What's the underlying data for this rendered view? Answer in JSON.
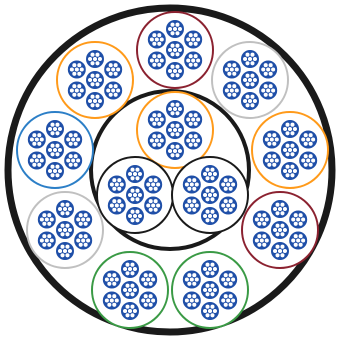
{
  "diagram": {
    "kind": "fiber-optic-cable-cross-section",
    "colors": {
      "outer_jacket": "#1a1a1a",
      "inner_ring": "#1a1a1a",
      "subunit_blue": "#1f4fa8",
      "fiber_core": "#ffffff",
      "binder_colors": [
        "#8b2230",
        "#ff9a1a",
        "#c0c0c0",
        "#2c7fc7",
        "#ff9a1a",
        "#c0c0c0",
        "#8b2230",
        "#3a9a45",
        "#3a9a45",
        "#ff9a1a",
        "#1a1a1a",
        "#1a1a1a"
      ]
    },
    "bundle_count": 12,
    "subunits_per_bundle": 7,
    "fibers_per_subunit": 7
  }
}
